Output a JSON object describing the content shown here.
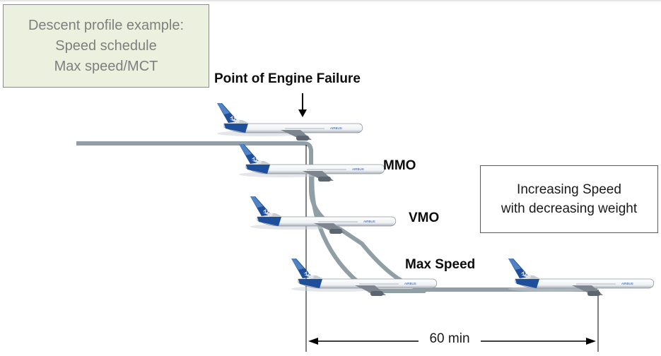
{
  "info_box": {
    "line1": "Descent profile example:",
    "line2": "Speed schedule",
    "line3": "Max speed/MCT"
  },
  "labels": {
    "engine_failure": "Point of Engine Failure",
    "mmo": "MMO",
    "vmo": "VMO",
    "max_speed": "Max Speed",
    "duration": "60 min"
  },
  "note_box": {
    "line1": "Increasing Speed",
    "line2": "with decreasing weight"
  },
  "aircraft_livery_text": "A330",
  "colors": {
    "profile_line": "#909fa5",
    "tail_blue": "#1f4e9b",
    "tail_light_blue": "#4f83c4",
    "info_box_fill": "#ebf1de"
  }
}
